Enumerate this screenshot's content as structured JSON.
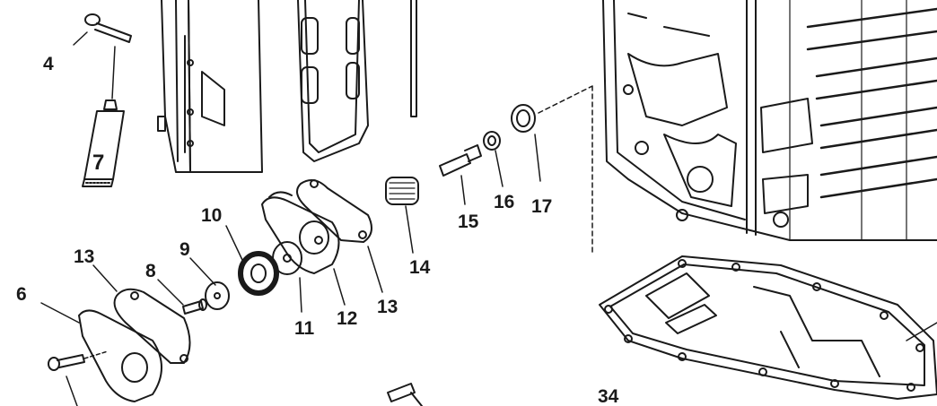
{
  "diagram": {
    "callouts": {
      "bolt_4": "4",
      "sealant_tube_7": "7",
      "impeller_10": "10",
      "washer_9": "9",
      "screw_8": "8",
      "gasket_13_left": "13",
      "cover_6": "6",
      "plate_11": "11",
      "housing_12": "12",
      "gasket_13_right": "13",
      "spring_14": "14",
      "fitting_15": "15",
      "nut_16": "16",
      "seal_17": "17",
      "gasket_34": "34"
    },
    "tube_label": "7",
    "line_color": "#1a1a1a"
  }
}
